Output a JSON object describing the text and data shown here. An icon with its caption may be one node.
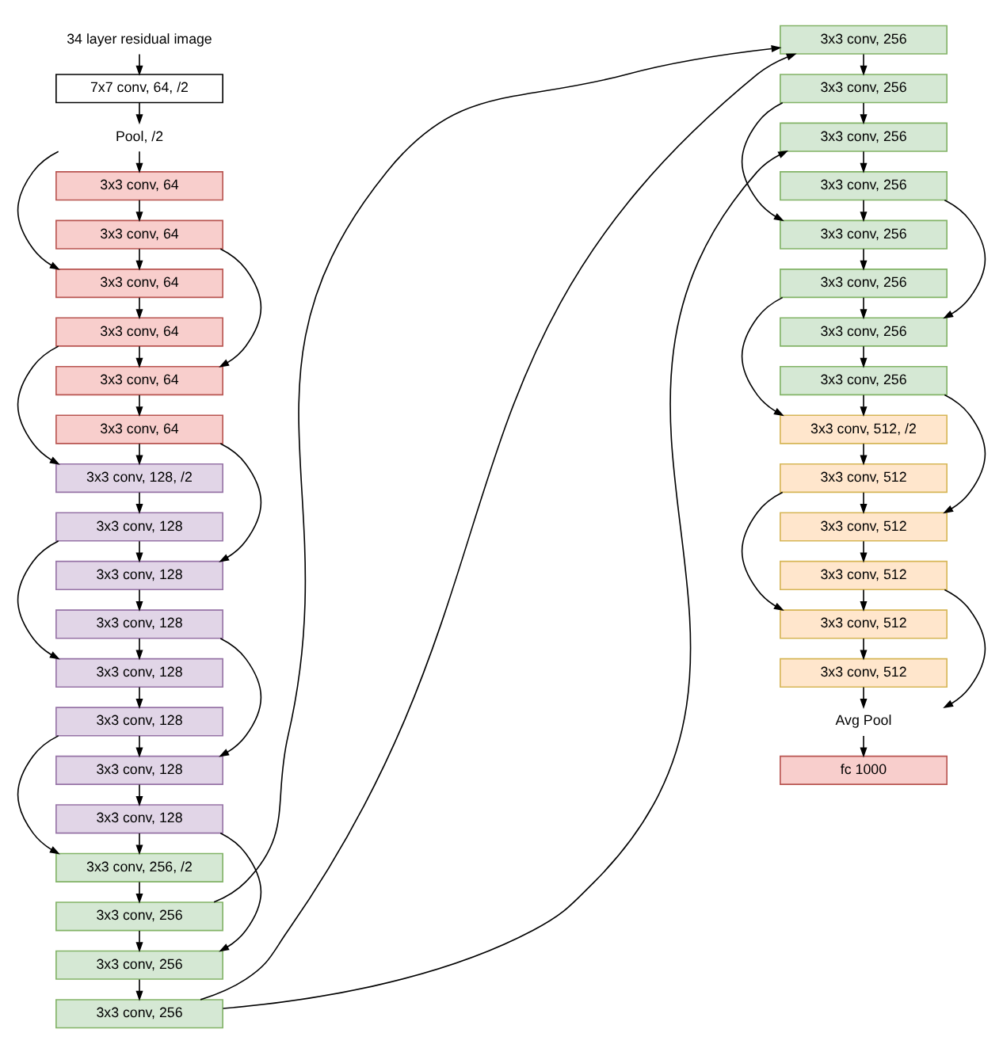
{
  "diagram": {
    "nodes": [
      {
        "text": [
          "34 layer residual image"
        ]
      },
      {
        "text": [
          "7x7 conv, 64, /2"
        ]
      },
      {
        "text": [
          "Pool, /2"
        ]
      },
      {
        "text": [
          "3x3 conv, 64"
        ]
      },
      {
        "text": [
          "3x3 conv, 64"
        ]
      },
      {
        "text": [
          "3x3 conv, 64"
        ]
      },
      {
        "text": [
          "3x3 conv, 64"
        ]
      },
      {
        "text": [
          "3x3 conv, 64"
        ]
      },
      {
        "text": [
          "3x3 conv, 64"
        ]
      },
      {
        "text": [
          "3x3 conv, 128, /2"
        ]
      },
      {
        "text": [
          "3x3 conv, 128"
        ]
      },
      {
        "text": [
          "3x3 conv, 128"
        ]
      },
      {
        "text": [
          "3x3 conv, 128"
        ]
      },
      {
        "text": [
          "3x3 conv, 128"
        ]
      },
      {
        "text": [
          "3x3 conv, 128"
        ]
      },
      {
        "text": [
          "3x3 conv, 128"
        ]
      },
      {
        "text": [
          "3x3 conv, 128"
        ]
      },
      {
        "text": [
          "3x3 conv, 256, /2"
        ]
      },
      {
        "text": [
          "3x3 conv, 256"
        ]
      },
      {
        "text": [
          "3x3 conv, 256"
        ]
      },
      {
        "text": [
          "3x3 conv, 256"
        ]
      },
      {
        "text": [
          "3x3 conv, 256"
        ]
      },
      {
        "text": [
          "3x3 conv, 256"
        ]
      },
      {
        "text": [
          "3x3 conv, 256"
        ]
      },
      {
        "text": [
          "3x3 conv, 256"
        ]
      },
      {
        "text": [
          "3x3 conv, 256"
        ]
      },
      {
        "text": [
          "3x3 conv, 256"
        ]
      },
      {
        "text": [
          "3x3 conv, 256"
        ]
      },
      {
        "text": [
          "3x3 conv, 256"
        ]
      },
      {
        "text": [
          "3x3 conv, 512, /2"
        ]
      },
      {
        "text": [
          "3x3 conv, 512"
        ]
      },
      {
        "text": [
          "3x3 conv, 512"
        ]
      },
      {
        "text": [
          "3x3 conv, 512"
        ]
      },
      {
        "text": [
          "3x3 conv, 512"
        ]
      },
      {
        "text": [
          "3x3 conv, 512"
        ]
      },
      {
        "text": [
          "Avg Pool"
        ]
      },
      {
        "text": [
          "fc 1000"
        ]
      }
    ],
    "edges": [
      {
        "from": 0,
        "to": 1,
        "arrow": "to"
      },
      {
        "from": 1,
        "to": 2,
        "arrow": "to"
      },
      {
        "from": 2,
        "to": 3,
        "arrow": "to"
      },
      {
        "from": 3,
        "to": 4,
        "arrow": "to"
      },
      {
        "from": 4,
        "to": 5,
        "arrow": "to"
      },
      {
        "from": 5,
        "to": 6,
        "arrow": "to"
      },
      {
        "from": 6,
        "to": 7,
        "arrow": "to"
      },
      {
        "from": 7,
        "to": 8,
        "arrow": "to"
      },
      {
        "from": 8,
        "to": 9,
        "arrow": "to"
      },
      {
        "from": 9,
        "to": 10,
        "arrow": "to"
      },
      {
        "from": 10,
        "to": 11,
        "arrow": "to"
      },
      {
        "from": 11,
        "to": 12,
        "arrow": "to"
      },
      {
        "from": 12,
        "to": 13,
        "arrow": "to"
      },
      {
        "from": 13,
        "to": 14,
        "arrow": "to"
      },
      {
        "from": 14,
        "to": 15,
        "arrow": "to"
      },
      {
        "from": 15,
        "to": 16,
        "arrow": "to"
      },
      {
        "from": 16,
        "to": 17,
        "arrow": "to"
      },
      {
        "from": 17,
        "to": 18,
        "arrow": "to"
      },
      {
        "from": 18,
        "to": 19,
        "arrow": "to"
      },
      {
        "from": 19,
        "to": 20,
        "arrow": "to"
      },
      {
        "from": 20,
        "to": 21,
        "arrow": "to"
      },
      {
        "from": 21,
        "to": 22,
        "arrow": "to"
      },
      {
        "from": 22,
        "to": 23,
        "arrow": "to"
      },
      {
        "from": 23,
        "to": 24,
        "arrow": "to"
      },
      {
        "from": 24,
        "to": 25,
        "arrow": "to"
      },
      {
        "from": 25,
        "to": 26,
        "arrow": "to"
      },
      {
        "from": 26,
        "to": 27,
        "arrow": "to"
      },
      {
        "from": 27,
        "to": 28,
        "arrow": "to"
      },
      {
        "from": 28,
        "to": 29,
        "arrow": "to"
      },
      {
        "from": 29,
        "to": 30,
        "arrow": "to"
      },
      {
        "from": 30,
        "to": 31,
        "arrow": "to"
      },
      {
        "from": 31,
        "to": 32,
        "arrow": "to"
      },
      {
        "from": 32,
        "to": 33,
        "arrow": "to"
      },
      {
        "from": 33,
        "to": 34,
        "arrow": "to"
      },
      {
        "from": 34,
        "to": 35,
        "arrow": "to"
      },
      {
        "from": 35,
        "to": 36,
        "arrow": "to"
      },
      {
        "from": 2,
        "to": 5,
        "arrow": "to"
      },
      {
        "from": 4,
        "to": 7,
        "arrow": "to"
      },
      {
        "from": 6,
        "to": 9,
        "arrow": "to"
      },
      {
        "from": 8,
        "to": 11,
        "arrow": "to"
      },
      {
        "from": 10,
        "to": 13,
        "arrow": "to"
      },
      {
        "from": 12,
        "to": 15,
        "arrow": "to"
      },
      {
        "from": 14,
        "to": 17,
        "arrow": "to"
      },
      {
        "from": 16,
        "to": 19,
        "arrow": "to"
      },
      {
        "from": 18,
        "to": 21,
        "arrow": "to"
      },
      {
        "from": 20,
        "to": 23,
        "arrow": "to"
      },
      {
        "from": 22,
        "to": 25,
        "arrow": "to"
      },
      {
        "from": 24,
        "to": 27,
        "arrow": "to"
      },
      {
        "from": 26,
        "to": 29,
        "arrow": "to"
      },
      {
        "from": 28,
        "to": 31,
        "arrow": "to"
      },
      {
        "from": 30,
        "to": 33,
        "arrow": "to"
      },
      {
        "from": 32,
        "to": 35,
        "arrow": "to"
      }
    ]
  }
}
